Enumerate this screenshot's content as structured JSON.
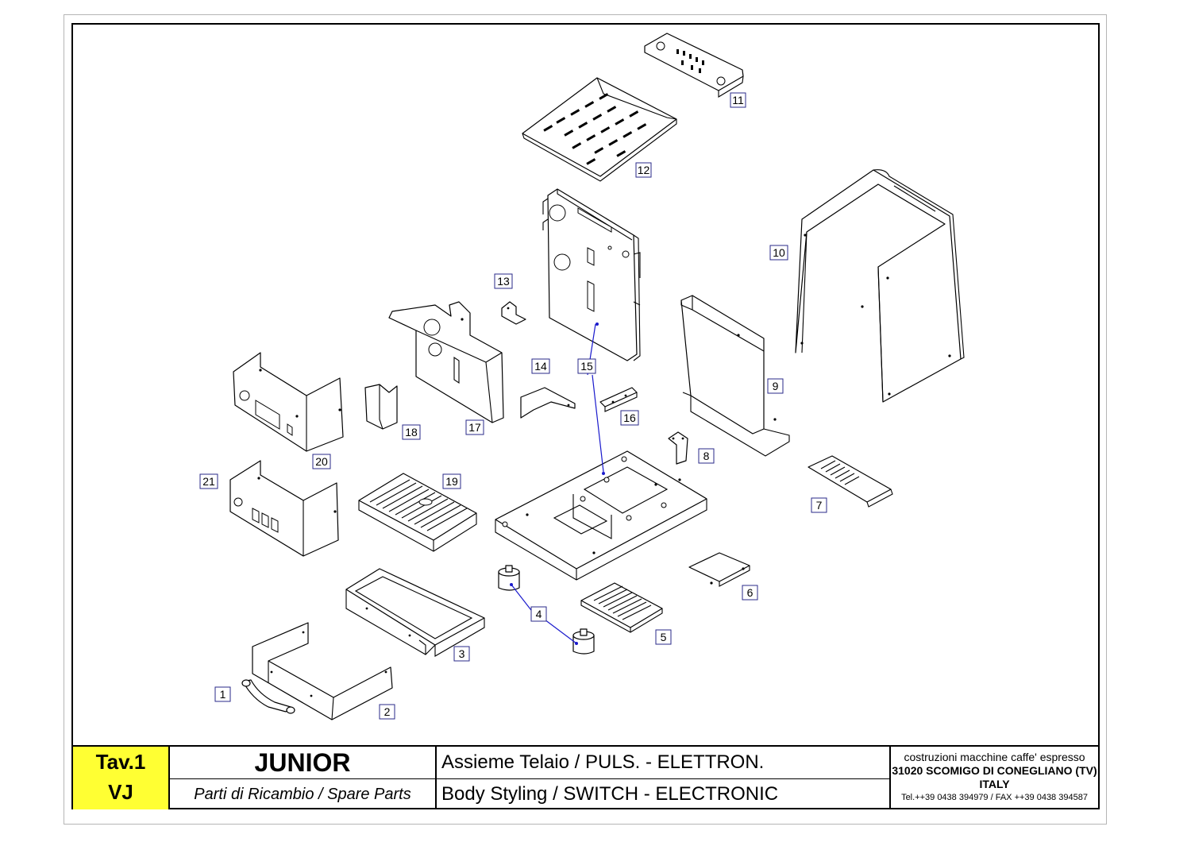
{
  "title_block": {
    "table_code": "Tav.1",
    "version_code": "VJ",
    "model": "JUNIOR",
    "subtitle": "Parti di Ricambio / Spare Parts",
    "description_it": "Assieme Telaio / PULS. - ELETTRON.",
    "description_en": "Body Styling / SWITCH - ELECTRONIC",
    "company_line": "costruzioni macchine caffe' espresso",
    "company_address": "31020 SCOMIGO DI CONEGLIANO (TV)",
    "company_country": "ITALY",
    "company_contact": "Tel.++39 0438 394979 / FAX ++39 0438 394587"
  },
  "part_labels": [
    "1",
    "2",
    "3",
    "4",
    "5",
    "6",
    "7",
    "8",
    "9",
    "10",
    "11",
    "12",
    "13",
    "14",
    "15",
    "16",
    "17",
    "18",
    "19",
    "20",
    "21"
  ],
  "colors": {
    "tav_background": "#ffff33",
    "leader_line": "#1a1acc",
    "label_border": "#2a2a8a"
  }
}
